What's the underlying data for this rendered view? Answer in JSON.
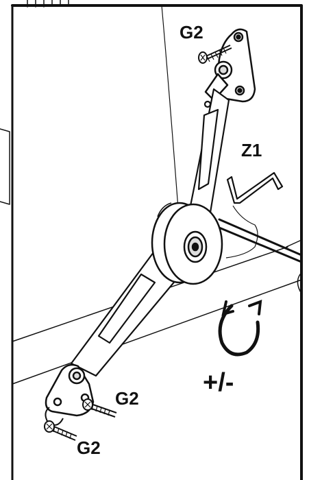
{
  "labels": {
    "screw_top": "G2",
    "hex_key": "Z1",
    "screw_bottom_right": "G2",
    "screw_bottom_left": "G2",
    "adjust_sign": "+/-"
  },
  "icons": {
    "rotate": "rotate-arrows-icon",
    "screw": "screw-icon",
    "hex_key": "hex-key-icon"
  },
  "colors": {
    "line": "#111111",
    "background": "#ffffff",
    "shade": "#dddddd"
  }
}
